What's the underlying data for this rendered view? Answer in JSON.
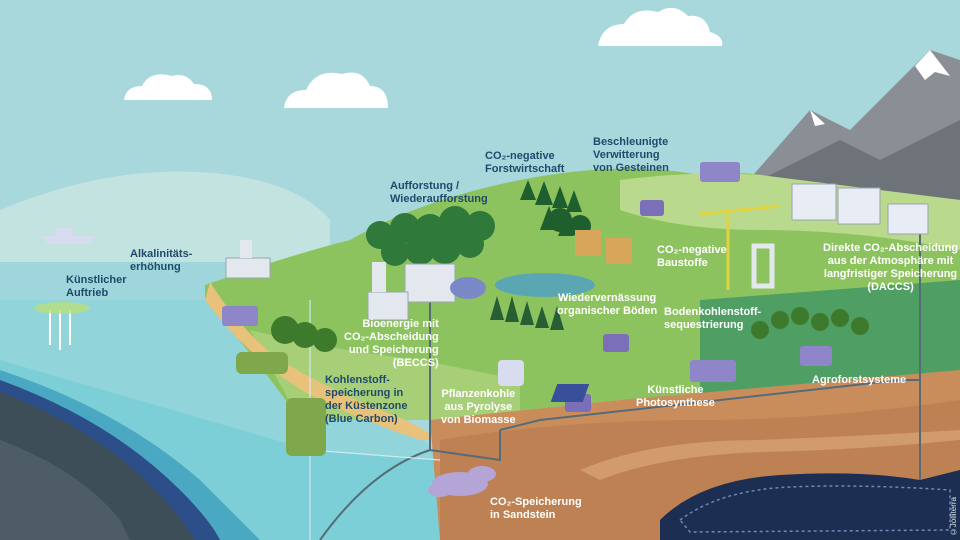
{
  "labels": {
    "kuenstlicher_auftrieb": [
      "Künstlicher",
      "Auftrieb"
    ],
    "alkalinitaet": [
      "Alkalinitäts-",
      "erhöhung"
    ],
    "aufforstung": [
      "Aufforstung /",
      "Wiederaufforstung"
    ],
    "co2_forst": [
      "CO₂-negative",
      "Forstwirtschaft"
    ],
    "verwitterung": [
      "Beschleunigte",
      "Verwitterung",
      "von Gesteinen"
    ],
    "baustoffe": [
      "CO₂-negative",
      "Baustoffe"
    ],
    "daccs": [
      "Direkte CO₂-Abscheidung",
      "aus der Atmosphäre mit",
      "langfristiger Speicherung",
      "(DACCS)"
    ],
    "beccs": [
      "Bioenergie mit",
      "CO₂-Abscheidung",
      "und Speicherung",
      "(BECCS)"
    ],
    "wiedervernaessung": [
      "Wiedervernässung",
      "organischer Böden"
    ],
    "bodenkohlenstoff": [
      "Bodenkohlenstoff-",
      "sequestrierung"
    ],
    "kuestenzone": [
      "Kohlenstoff-",
      "speicherung in",
      "der Küstenzone",
      "(Blue Carbon)"
    ],
    "pflanzenkohle": [
      "Pflanzenkohle",
      "aus Pyrolyse",
      "von Biomasse"
    ],
    "photosynthese": [
      "Künstliche",
      "Photosynthese"
    ],
    "agroforst": [
      "Agroforstsysteme"
    ],
    "sandstein": [
      "CO₂-Speicherung",
      "in Sandstein"
    ]
  },
  "credit": "©Jolliterra"
}
